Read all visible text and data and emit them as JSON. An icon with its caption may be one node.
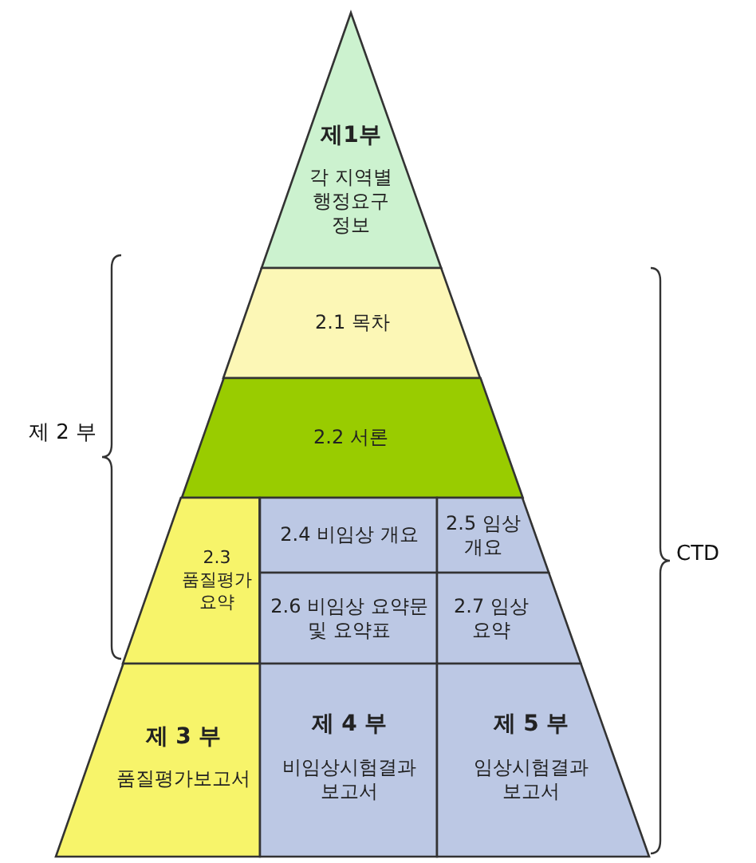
{
  "diagram": {
    "nodes": [
      {
        "text": [
          "제1부",
          "각 지역별 행정요구 정보"
        ]
      },
      {
        "text": [
          "2.1 목차"
        ]
      },
      {
        "text": [
          "2.2 서론"
        ]
      },
      {
        "text": [
          "2.3 품질평가 요약"
        ]
      },
      {
        "text": [
          "2.4 비임상 개요"
        ]
      },
      {
        "text": [
          "2.5 임상 개요"
        ]
      },
      {
        "text": [
          "2.6 비임상 요약문 및 요약표"
        ]
      },
      {
        "text": [
          "2.7 임상 요약"
        ]
      },
      {
        "text": [
          "제 3 부",
          "품질평가보고서"
        ]
      },
      {
        "text": [
          "제 4 부",
          "비임상시험결과 보고서"
        ]
      },
      {
        "text": [
          "제 5 부",
          "임상시험결과 보고서"
        ]
      }
    ],
    "edges": [],
    "labels": [
      "제 2 부",
      "CTD"
    ]
  }
}
